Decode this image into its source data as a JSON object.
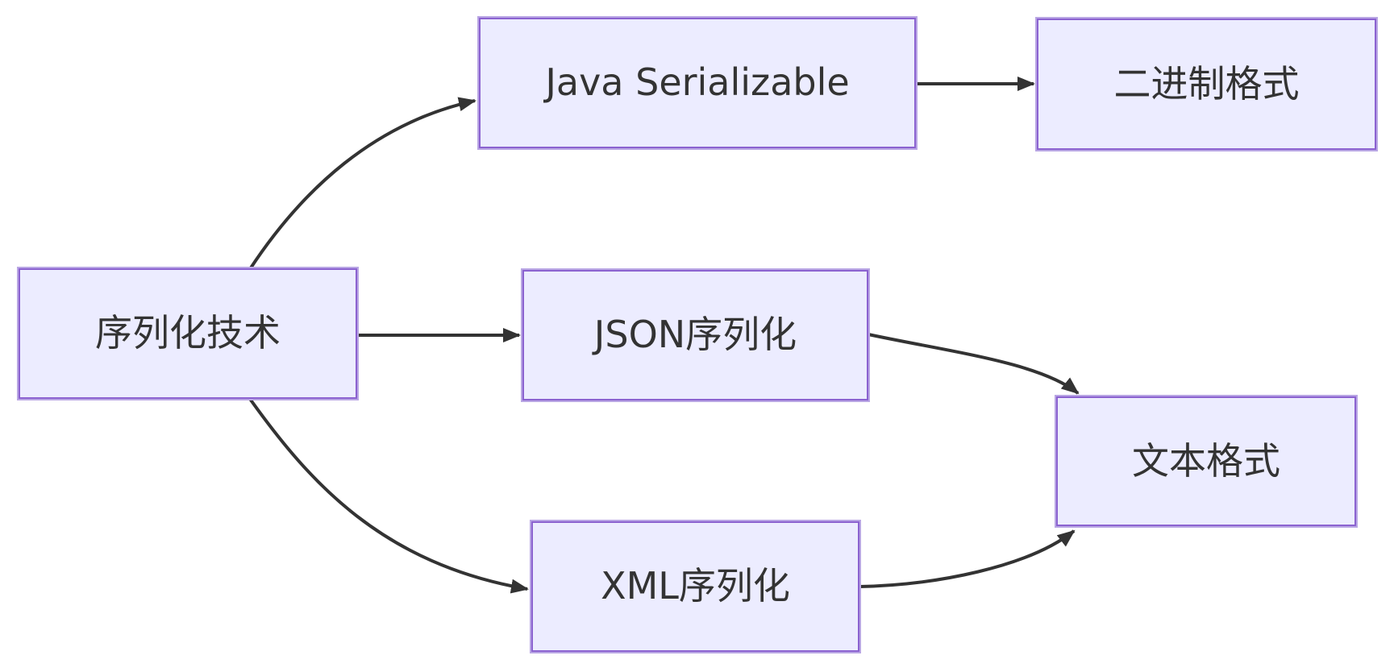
{
  "diagram": {
    "type": "flowchart",
    "direction": "left-to-right",
    "nodes": [
      {
        "id": "serialization",
        "label": "序列化技术"
      },
      {
        "id": "java-serializable",
        "label": "Java Serializable"
      },
      {
        "id": "json-serialization",
        "label": "JSON序列化"
      },
      {
        "id": "xml-serialization",
        "label": "XML序列化"
      },
      {
        "id": "binary-format",
        "label": "二进制格式"
      },
      {
        "id": "text-format",
        "label": "文本格式"
      }
    ],
    "edges": [
      {
        "from": "serialization",
        "to": "java-serializable"
      },
      {
        "from": "serialization",
        "to": "json-serialization"
      },
      {
        "from": "serialization",
        "to": "xml-serialization"
      },
      {
        "from": "java-serializable",
        "to": "binary-format"
      },
      {
        "from": "json-serialization",
        "to": "text-format"
      },
      {
        "from": "xml-serialization",
        "to": "text-format"
      }
    ],
    "colors": {
      "background": "#ffffff",
      "node_fill": "#ECECFF",
      "node_border": "#8b62d0",
      "node_border_outer": "#b9a6e4",
      "edge": "#333333",
      "text": "#333333"
    }
  }
}
